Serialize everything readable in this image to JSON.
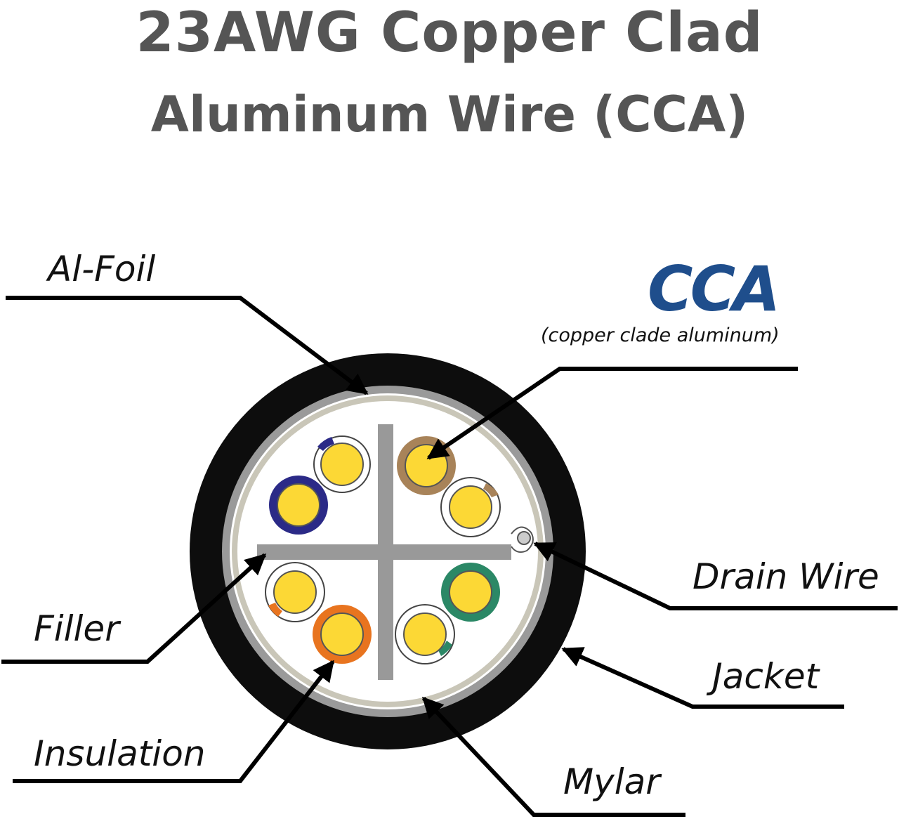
{
  "title": {
    "line1": "23AWG Copper Clad",
    "line2": "Aluminum Wire (CCA)"
  },
  "cca_callout": {
    "heading": "CCA",
    "subtitle": "(copper clade aluminum)"
  },
  "labels": {
    "al_foil": "Al-Foil",
    "drain_wire": "Drain Wire",
    "filler": "Filler",
    "jacket": "Jacket",
    "insulation": "Insulation",
    "mylar": "Mylar"
  },
  "colors": {
    "title": "#555555",
    "cca_heading": "#1f4e8c",
    "jacket": "#0d0d0d",
    "foil": "#9a9a9a",
    "mylar": "#c9c6b8",
    "filler": "#999999",
    "conductor": "#fcd835",
    "pair_blue": "#2b2a87",
    "pair_brown": "#a88359",
    "pair_green": "#2b8866",
    "pair_orange": "#e8741f"
  }
}
